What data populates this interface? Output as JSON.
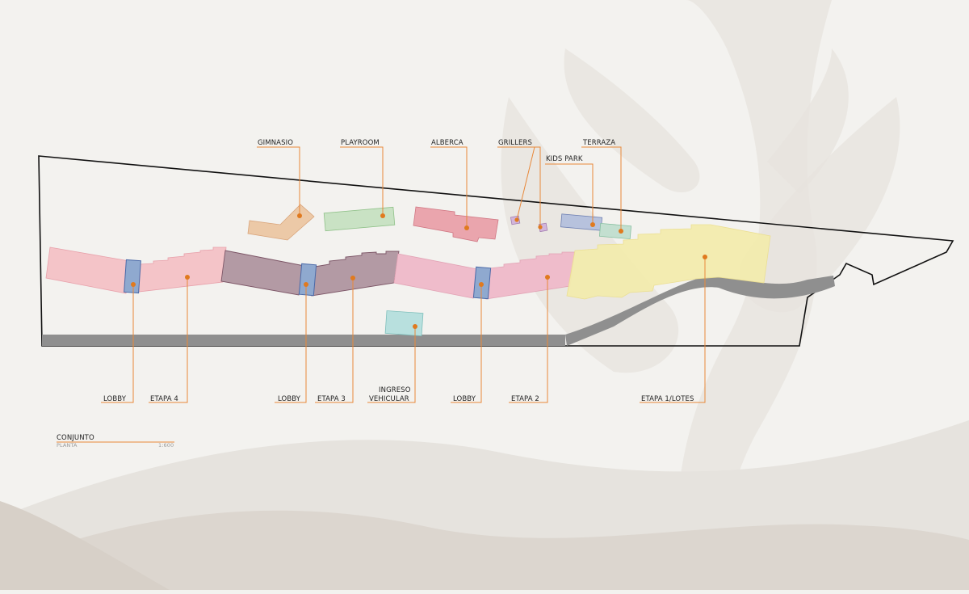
{
  "labels": {
    "gimnasio": "GIMNASIO",
    "playroom": "PLAYROOM",
    "alberca": "ALBERCA",
    "grillers": "GRILLERS",
    "kids_park": "KIDS PARK",
    "terraza": "TERRAZA",
    "lobby_1": "LOBBY",
    "etapa_4": "ETAPA 4",
    "lobby_2": "LOBBY",
    "etapa_3": "ETAPA 3",
    "ingreso_line1": "INGRESO",
    "ingreso_line2": "VEHICULAR",
    "lobby_3": "LOBBY",
    "etapa_2": "ETAPA 2",
    "etapa_1": "ETAPA 1/LOTES"
  },
  "legend": {
    "title": "CONJUNTO",
    "subtitle": "PLANTA",
    "scale": "1:600"
  },
  "colors": {
    "background": "#f3f2ef",
    "leader": "#e8883a",
    "dot": "#e07a1f",
    "etapa_4": "#f4c4c8",
    "etapa_3": "#b39aa4",
    "etapa_2": "#efbccb",
    "etapa_1": "#f3ecae",
    "lobby": "#8fa9cf",
    "gimnasio": "#ecc9a7",
    "playroom": "#c9e2c4",
    "alberca": "#eaa5ad",
    "grillers": "#d2b5da",
    "kids_park": "#b7c2dd",
    "terraza": "#c3dfd0",
    "ingreso": "#b8e0de",
    "road": "#8f8f8f"
  }
}
